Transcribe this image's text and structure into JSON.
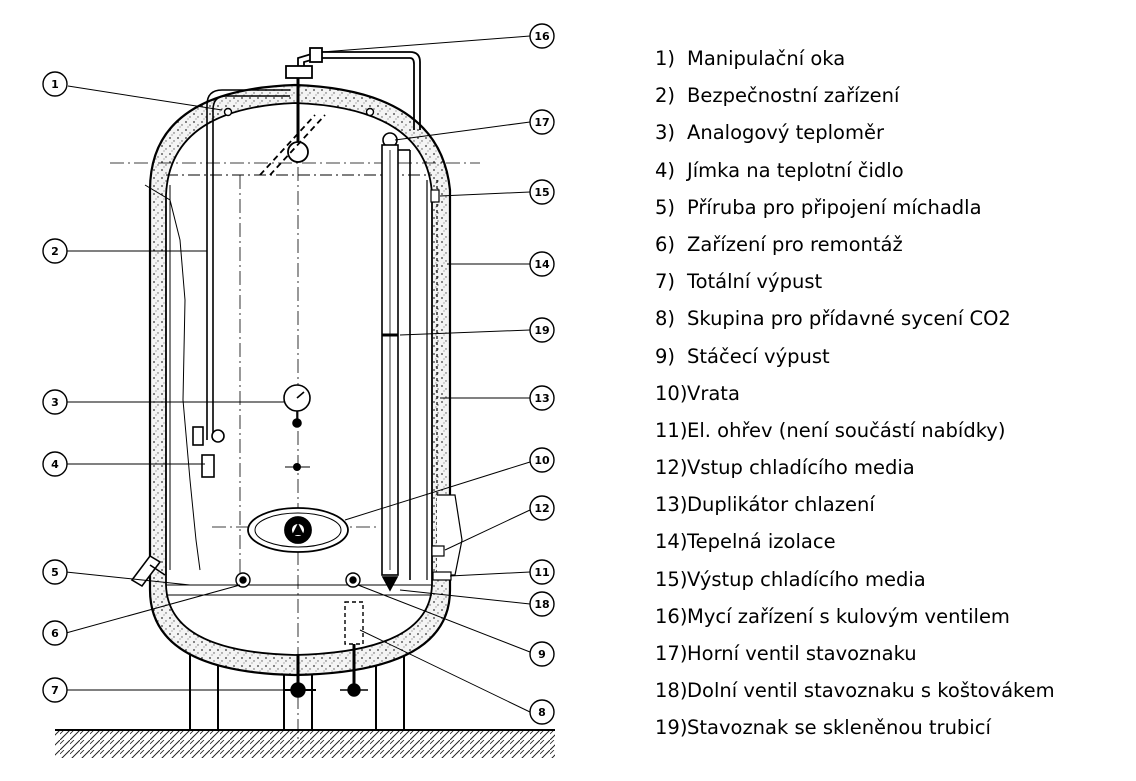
{
  "legend": [
    {
      "num": "1)",
      "label": "Manipulační oka"
    },
    {
      "num": "2)",
      "label": "Bezpečnostní zařízení"
    },
    {
      "num": "3)",
      "label": "Analogový teploměr"
    },
    {
      "num": "4)",
      "label": "Jímka na teplotní čidlo"
    },
    {
      "num": "5)",
      "label": "Příruba pro připojení míchadla"
    },
    {
      "num": "6)",
      "label": "Zařízení pro remontáž"
    },
    {
      "num": "7)",
      "label": "Totální výpust"
    },
    {
      "num": "8)",
      "label": "Skupina pro přídavné sycení CO2"
    },
    {
      "num": "9)",
      "label": "Stáčecí výpust"
    },
    {
      "num": "10)",
      "label": "Vrata"
    },
    {
      "num": "11)",
      "label": "El. ohřev (není součástí nabídky)"
    },
    {
      "num": "12)",
      "label": "Vstup chladícího media"
    },
    {
      "num": "13)",
      "label": "Duplikátor chlazení"
    },
    {
      "num": "14)",
      "label": "Tepelná izolace"
    },
    {
      "num": "15)",
      "label": "Výstup chladícího media"
    },
    {
      "num": "16)",
      "label": "Mycí zařízení s kulovým ventilem"
    },
    {
      "num": "17)",
      "label": "Horní ventil stavoznaku"
    },
    {
      "num": "18)",
      "label": "Dolní ventil stavoznaku s koštovákem"
    },
    {
      "num": "19)",
      "label": "Stavoznak se skleněnou trubicí"
    }
  ],
  "callouts": {
    "c1": "1",
    "c2": "2",
    "c3": "3",
    "c4": "4",
    "c5": "5",
    "c6": "6",
    "c7": "7",
    "c8": "8",
    "c9": "9",
    "c10": "10",
    "c11": "11",
    "c12": "12",
    "c13": "13",
    "c14": "14",
    "c15": "15",
    "c16": "16",
    "c17": "17",
    "c18": "18",
    "c19": "19"
  }
}
